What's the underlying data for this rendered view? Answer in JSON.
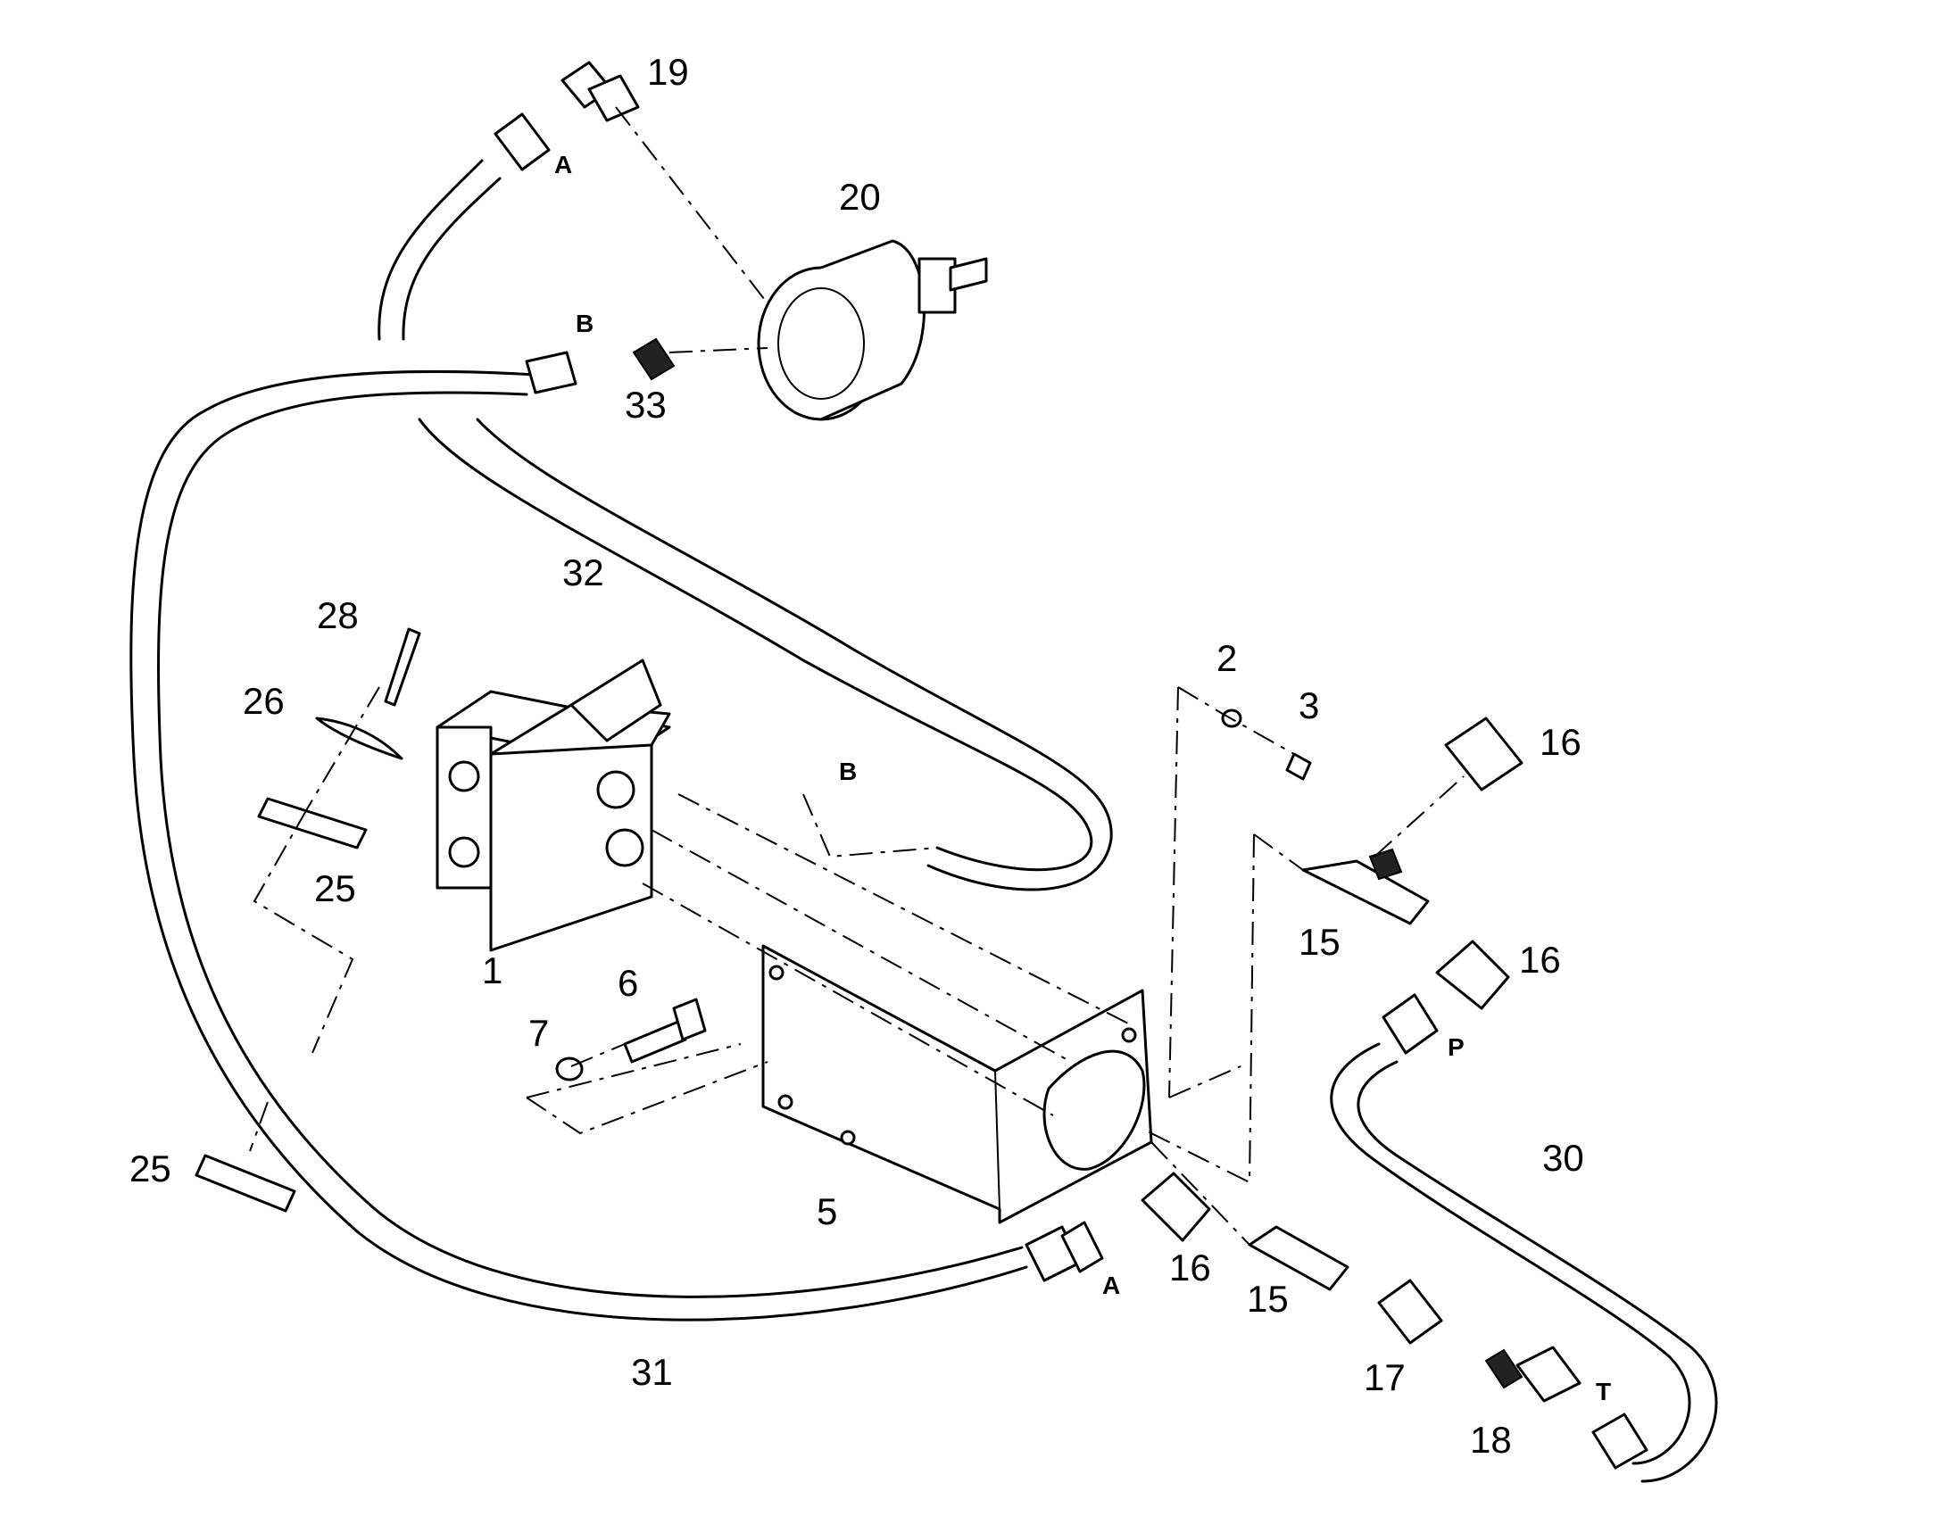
{
  "diagram": {
    "part_numbers": [
      "19",
      "20",
      "33",
      "32",
      "28",
      "26",
      "25",
      "25",
      "1",
      "6",
      "7",
      "5",
      "2",
      "3",
      "16",
      "15",
      "16",
      "30",
      "16",
      "15",
      "17",
      "18",
      "31"
    ],
    "port_labels": [
      "A",
      "B",
      "B",
      "P",
      "A",
      "T"
    ]
  }
}
